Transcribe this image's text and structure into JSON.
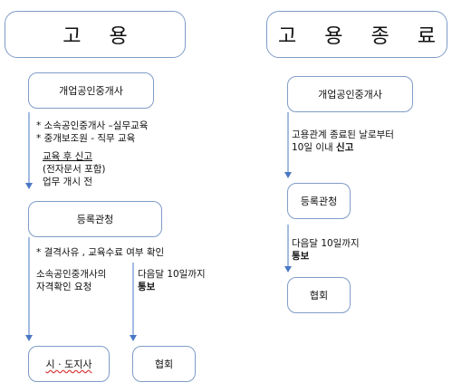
{
  "left": {
    "title": "고 용",
    "box_agency": "개업공인중개사",
    "bullet1": "* 소속공인중개사 –실무교육",
    "bullet2": "* 중개보조원 - 직무 교육",
    "after_training": "교육 후 신고",
    "doc_note": "(전자문서 포함)",
    "before_start": "업무 개시 전",
    "box_registry": "등록관청",
    "check_note": "*  결격사유 , 교육수료 여부 확인",
    "qual_request_1": "소속공인중개사의",
    "qual_request_2": "자격확인 요청",
    "notify_1": "다음달 10일까지",
    "notify_2": "통보",
    "box_city": "시 · 도지사",
    "box_assoc": "협회"
  },
  "right": {
    "title": "고 용 종 료",
    "box_agency": "개업공인중개사",
    "report_1": "고용관계 종료된 날로부터",
    "report_2_prefix": "10일 이내 ",
    "report_2_bold": "신고",
    "box_registry": "등록관청",
    "notify_1": "다음달 10일까지",
    "notify_2": "통보",
    "box_assoc": "협회"
  },
  "colors": {
    "box_border": "#7f9cc7",
    "arrow": "#4a78c4"
  }
}
